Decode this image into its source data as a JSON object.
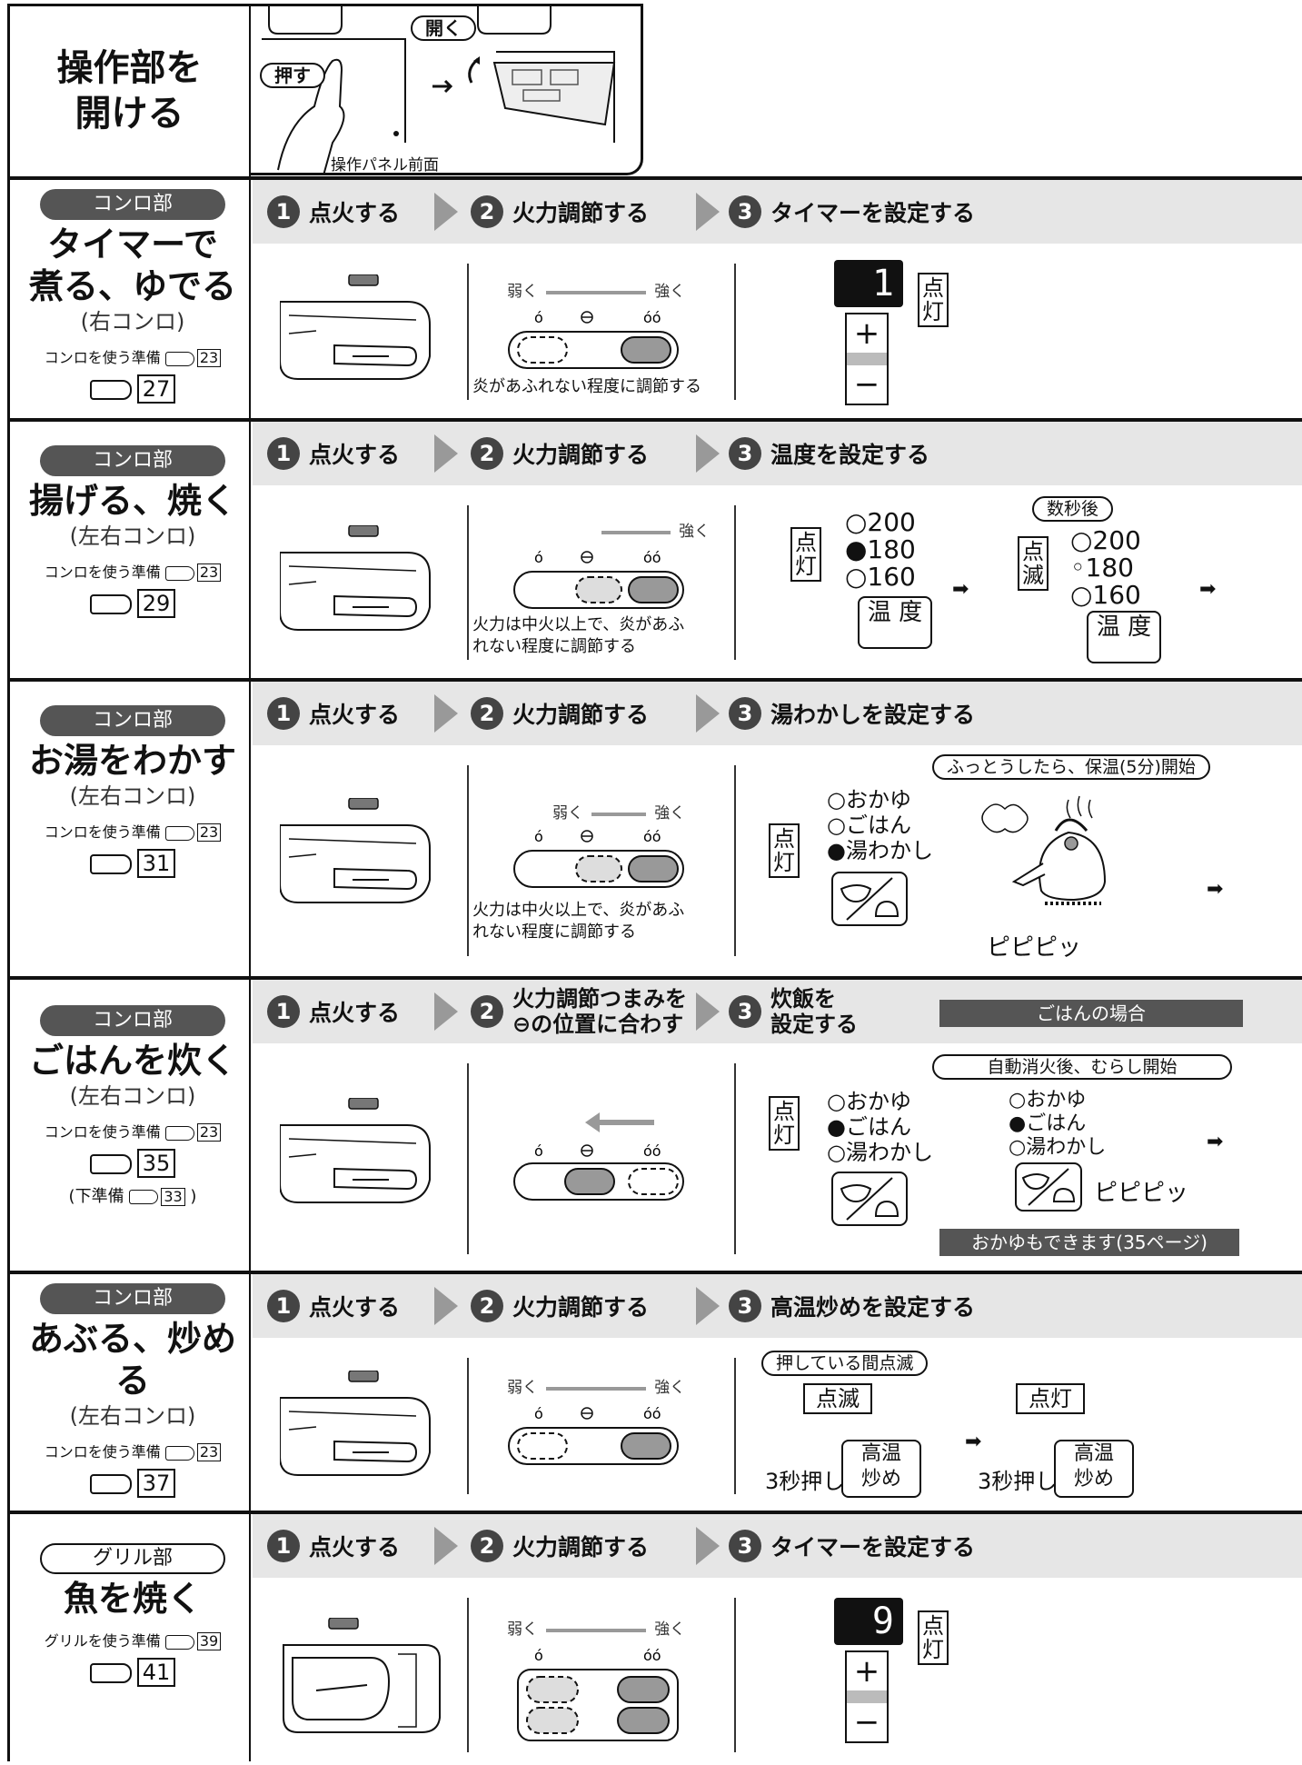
{
  "open_section": {
    "title": "操作部を\n開ける",
    "push_label": "押す",
    "open_label": "開く",
    "panel_caption": "操作パネル前面"
  },
  "sections": [
    {
      "category": "コンロ部",
      "title": "タイマーで\n煮る、ゆでる",
      "subtitle": "(右コンロ)",
      "prep": "コンロを使う準備",
      "prep_ref": "23",
      "page_ref": "27",
      "steps": [
        "点火する",
        "火力調節する",
        "タイマーを設定する"
      ],
      "step_nums": [
        "1",
        "2",
        "3"
      ],
      "dial": {
        "weak": "弱く",
        "strong": "強く",
        "note": "炎があふれない程度に調節する"
      },
      "display": {
        "digit": "1",
        "lit": "点\n灯",
        "plus": "+",
        "minus": "−"
      }
    },
    {
      "category": "コンロ部",
      "title": "揚げる、焼く",
      "subtitle": "(左右コンロ)",
      "prep": "コンロを使う準備",
      "prep_ref": "23",
      "page_ref": "29",
      "steps": [
        "点火する",
        "火力調節する",
        "温度を設定する"
      ],
      "step_nums": [
        "1",
        "2",
        "3"
      ],
      "dial": {
        "strong": "強く",
        "note": "火力は中火以上で、炎があふ\nれない程度に調節する"
      },
      "temps": "○200\n●180\n○160",
      "temps_after": "○200\n◦180\n○160",
      "lit": "点\n灯",
      "blink": "点\n滅",
      "temp_button": "温 度",
      "after": "数秒後"
    },
    {
      "category": "コンロ部",
      "title": "お湯をわかす",
      "subtitle": "(左右コンロ)",
      "prep": "コンロを使う準備",
      "prep_ref": "23",
      "page_ref": "31",
      "steps": [
        "点火する",
        "火力調節する",
        "湯わかしを設定する"
      ],
      "step_nums": [
        "1",
        "2",
        "3"
      ],
      "dial": {
        "weak": "弱く",
        "strong": "強く",
        "note": "火力は中火以上で、炎があふ\nれない程度に調節する"
      },
      "menu": "○おかゆ\n○ごはん\n●湯わかし",
      "lit": "点\n灯",
      "boil_note": "ふっとうしたら、保温(5分)開始",
      "beep": "ピピピッ"
    },
    {
      "category": "コンロ部",
      "title": "ごはんを炊く",
      "subtitle": "(左右コンロ)",
      "prep": "コンロを使う準備",
      "prep_ref": "23",
      "page_ref": "35",
      "sub_prep": "(下準備",
      "sub_prep_ref": "33",
      "sub_prep_end": ")",
      "steps": [
        "点火する",
        "火力調節つまみを\n⊖の位置に合わす",
        "炊飯を\n設定する"
      ],
      "step_nums": [
        "1",
        "2",
        "3"
      ],
      "rice_case": "ごはんの場合",
      "menu": "○おかゆ\n●ごはん\n○湯わかし",
      "lit": "点\n灯",
      "auto_note": "自動消火後、むらし開始",
      "beep": "ピピピッ",
      "porridge_note": "おかゆもできます(35ページ)"
    },
    {
      "category": "コンロ部",
      "title": "あぶる、炒める",
      "subtitle": "(左右コンロ)",
      "prep": "コンロを使う準備",
      "prep_ref": "23",
      "page_ref": "37",
      "steps": [
        "点火する",
        "火力調節する",
        "高温炒めを設定する"
      ],
      "step_nums": [
        "1",
        "2",
        "3"
      ],
      "dial": {
        "weak": "弱く",
        "strong": "強く"
      },
      "press_note": "押している間点滅",
      "blink": "点滅",
      "lit": "点灯",
      "hold": "3秒押し",
      "btn": "高温\n炒め"
    },
    {
      "category": "グリル部",
      "title": "魚を焼く",
      "subtitle": "",
      "prep": "グリルを使う準備",
      "prep_ref": "39",
      "page_ref": "41",
      "steps": [
        "点火する",
        "火力調節する",
        "タイマーを設定する"
      ],
      "step_nums": [
        "1",
        "2",
        "3"
      ],
      "dial": {
        "weak": "弱く",
        "strong": "強く"
      },
      "display": {
        "digit": "9",
        "lit": "点\n灯",
        "plus": "+",
        "minus": "−"
      }
    }
  ]
}
